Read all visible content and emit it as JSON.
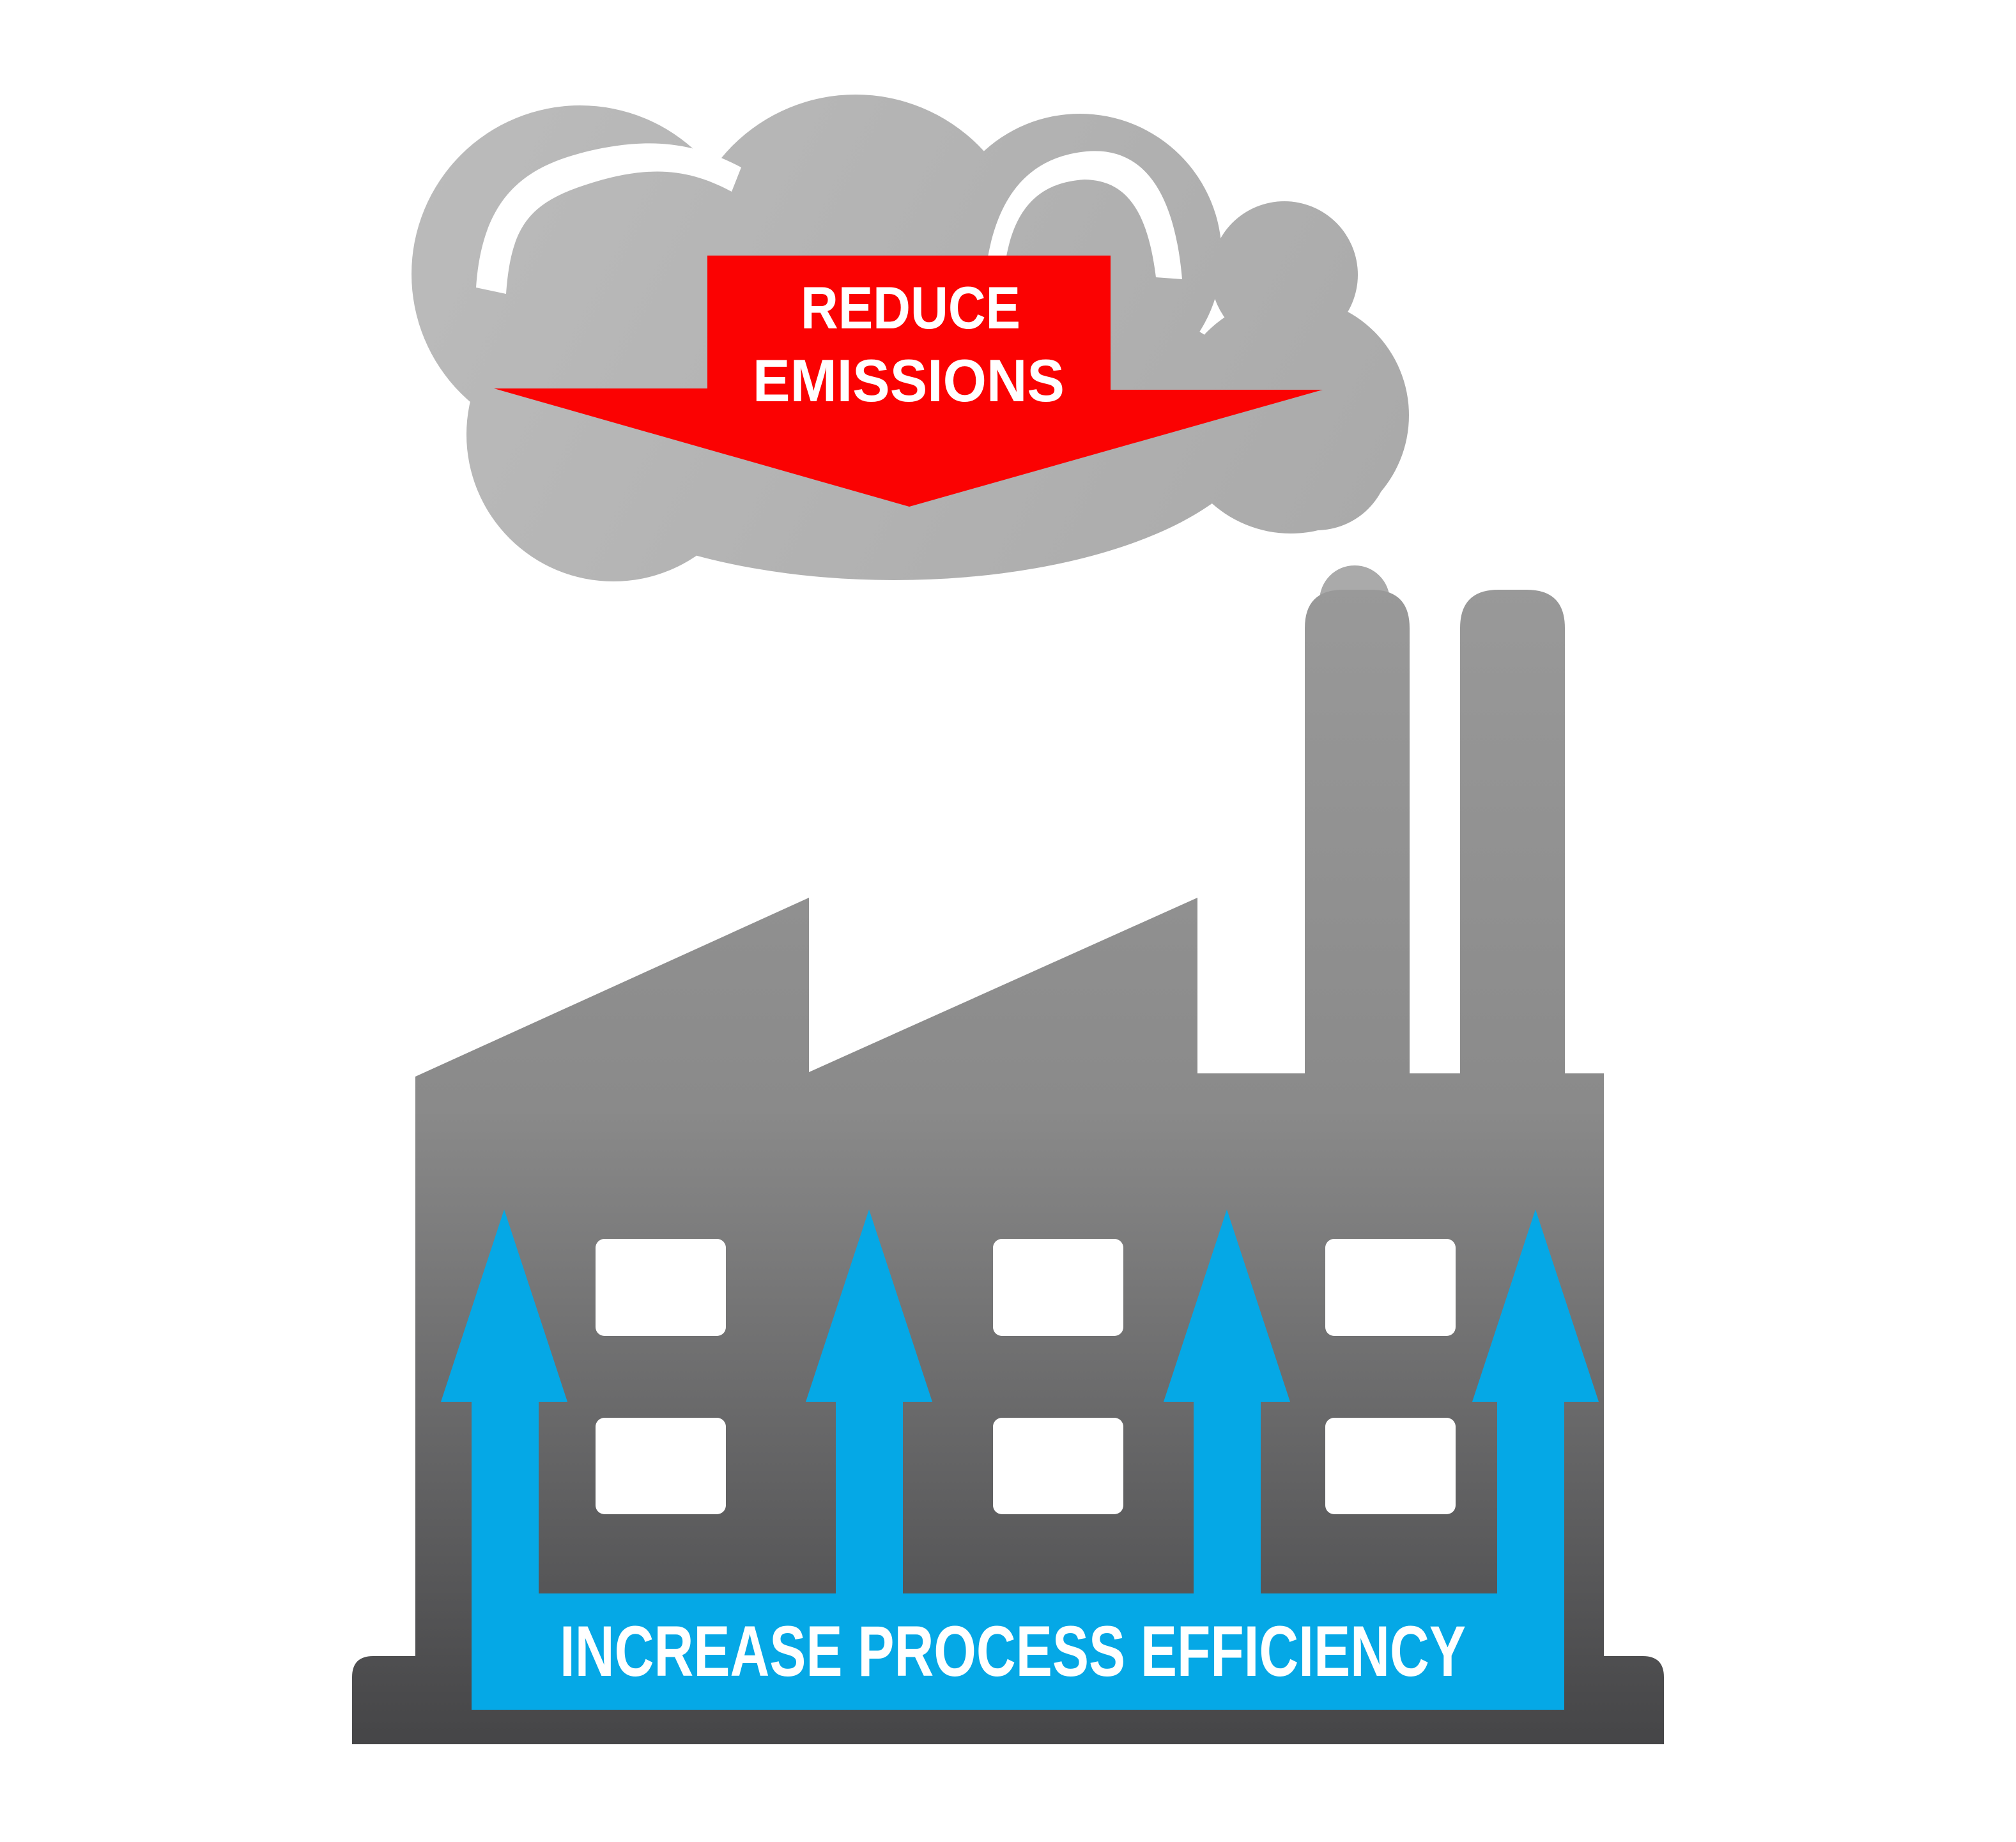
{
  "diagram": {
    "background_color": "#FFFFFF",
    "cloud": {
      "description": "smoke cloud",
      "fill_light": "#BBBBBB",
      "fill_dark": "#A9A9A9",
      "highlight_color": "#FFFFFF"
    },
    "reduce_arrow": {
      "line1": "REDUCE",
      "line2": "EMISSIONS",
      "fill": "#FB0202",
      "text_color": "#FFFFFF",
      "direction": "down"
    },
    "factory": {
      "fill_top": "#999999",
      "fill_mid": "#8A8A8A",
      "fill_bottom": "#454547",
      "window_color": "#FFFFFF",
      "window_rows": 2,
      "window_columns": 3,
      "chimney_count": 2
    },
    "efficiency": {
      "label": "INCREASE PROCESS EFFICIENCY",
      "fill": "#05A8E6",
      "text_color": "#FFFFFF",
      "arrow_count": 4,
      "direction": "up"
    }
  }
}
